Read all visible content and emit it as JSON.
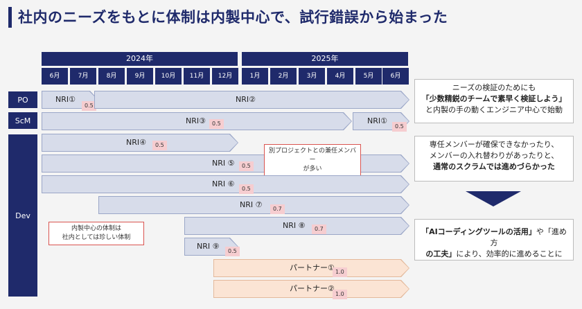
{
  "title": "社内のニーズをもとに体制は内製中心で、試行錯誤から始まった",
  "years": [
    "2024年",
    "2025年"
  ],
  "months": [
    "6月",
    "7月",
    "8月",
    "9月",
    "10月",
    "11月",
    "12月",
    "1月",
    "2月",
    "3月",
    "4月",
    "5月",
    "6月"
  ],
  "teams": [
    "PO",
    "ScM",
    "Dev"
  ],
  "bars": [
    {
      "label": "NRI①",
      "value": "0.5"
    },
    {
      "label": "NRI②",
      "value": ""
    },
    {
      "label": "NRI③",
      "value": "0.5"
    },
    {
      "label": "NRI①",
      "value": "0.5"
    },
    {
      "label": "NRI④",
      "value": "0.5"
    },
    {
      "label": "NRI ⑤",
      "value": "0.5"
    },
    {
      "label": "NRI ⑥",
      "value": "0.5"
    },
    {
      "label": "NRI ⑦",
      "value": "0.7"
    },
    {
      "label": "NRI ⑧",
      "value": "0.7"
    },
    {
      "label": "NRI ⑨",
      "value": "0.5"
    },
    {
      "label": "パートナー①",
      "value": "1.0"
    },
    {
      "label": "パートナー②",
      "value": "1.0"
    }
  ],
  "callouts": {
    "concurrent": [
      "別プロジェクトとの兼任メンバー",
      "が多い"
    ],
    "inhouse": [
      "内製中心の体制は",
      "社内としては珍しい体制"
    ]
  },
  "panels": {
    "p1": {
      "line1": "ニーズの検証のためにも",
      "line2": "「少数精鋭のチームで素早く検証しよう」",
      "line3": "と内製の手の動くエンジニア中心で始動"
    },
    "p2": {
      "line1": "専任メンバーが確保できなかったり、",
      "line2": "メンバーの入れ替わりがあったりと、",
      "line3": "通常のスクラムでは進めづらかった"
    },
    "p3": {
      "line1a": "「AIコーディングツールの活用」",
      "line1b": "や「進め方",
      "line2a": "の工夫」",
      "line2b": "により、効率的に進めることに"
    }
  }
}
